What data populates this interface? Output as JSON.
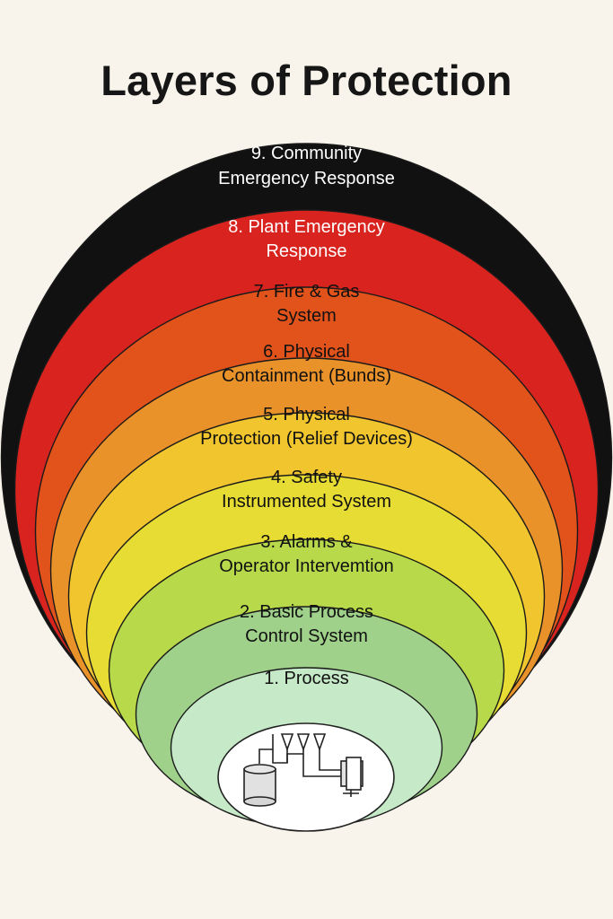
{
  "title": "Layers of Protection",
  "layers": [
    {
      "number": 9,
      "lines": [
        "9. Community",
        "Emergency Response"
      ],
      "color": "#111111",
      "text_color": "#ffffff"
    },
    {
      "number": 8,
      "lines": [
        "8. Plant Emergency",
        "Response"
      ],
      "color": "#d8231f",
      "text_color": "#ffffff"
    },
    {
      "number": 7,
      "lines": [
        "7. Fire & Gas",
        "System"
      ],
      "color": "#e2531b",
      "text_color": "#111111"
    },
    {
      "number": 6,
      "lines": [
        "6. Physical",
        "Containment (Bunds)"
      ],
      "color": "#ea922a",
      "text_color": "#111111"
    },
    {
      "number": 5,
      "lines": [
        "5. Physical",
        "Protection (Relief Devices)"
      ],
      "color": "#f0c52e",
      "text_color": "#111111"
    },
    {
      "number": 4,
      "lines": [
        "4. Safety",
        "Instrumented System"
      ],
      "color": "#e7dc33",
      "text_color": "#111111"
    },
    {
      "number": 3,
      "lines": [
        "3. Alarms &",
        "Operator Intervemtion"
      ],
      "color": "#b7d94a",
      "text_color": "#111111"
    },
    {
      "number": 2,
      "lines": [
        "2. Basic Process",
        "Control System"
      ],
      "color": "#9fd18a",
      "text_color": "#111111"
    },
    {
      "number": 1,
      "lines": [
        "1. Process"
      ],
      "color": "#c6e9c8",
      "text_color": "#111111"
    }
  ],
  "process_icon": {
    "name": "process-equipment-icon",
    "fill": "#ffffff"
  }
}
